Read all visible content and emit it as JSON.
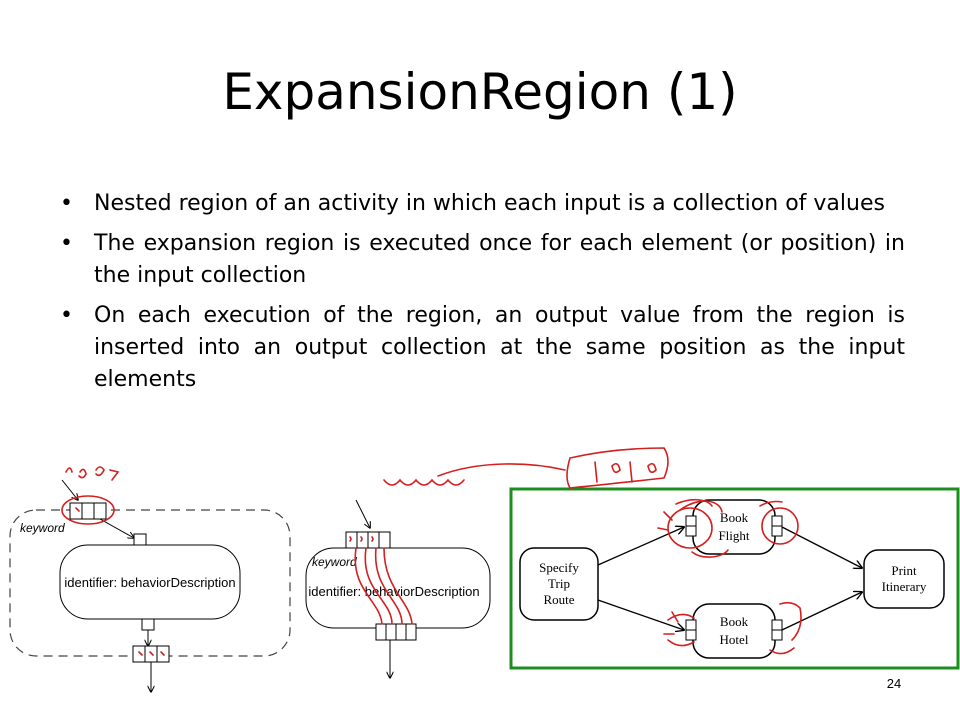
{
  "title": "ExpansionRegion (1)",
  "bullets": [
    "Nested region of an activity in which each input is a collection of values",
    "The expansion region is executed once for each element (or position) in the input collection",
    "On each execution of the region, an output value from the region is inserted into an output collection at the same position as the input elements"
  ],
  "diagram1": {
    "keyword": "keyword",
    "label": "identifier: behaviorDescription"
  },
  "diagram2": {
    "keyword": "keyword",
    "label": "identifier: behaviorDescription"
  },
  "example": {
    "nodes": {
      "specify": [
        "Specify",
        "Trip",
        "Route"
      ],
      "book_flight": [
        "Book",
        "Flight"
      ],
      "book_hotel": [
        "Book",
        "Hotel"
      ],
      "print": [
        "Print",
        "Itinerary"
      ]
    },
    "border_color": "#1e8c1e"
  },
  "annotation_color": "#d42020",
  "slide_number": "24"
}
